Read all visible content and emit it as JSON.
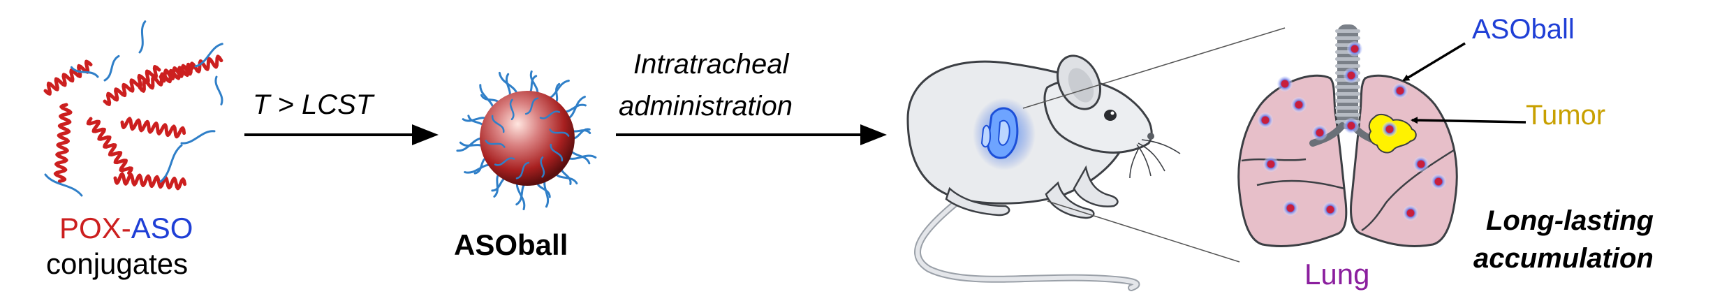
{
  "step1": {
    "word_pox": "POX",
    "dash": "-",
    "word_aso": "ASO",
    "line2": "conjugates"
  },
  "arrow1": {
    "label": "T > LCST"
  },
  "step2": {
    "label": "ASOball"
  },
  "arrow2": {
    "line1": "Intratracheal",
    "line2": "administration"
  },
  "lung": {
    "aso_label": "ASOball",
    "tumor_label": "Tumor",
    "lung_label": "Lung",
    "note_line1": "Long-lasting",
    "note_line2": "accumulation"
  },
  "colors": {
    "pox": "#cc1f1f",
    "aso": "#1f3fd6",
    "tumor_text": "#c8a000",
    "lung_text": "#8b1f9e",
    "tumor_fill": "#fff200",
    "lung_fill": "#e7bfc9",
    "aso_strand": "#2f7fc8"
  },
  "icons": [
    "polymer-coil-icon",
    "aso-strand-icon",
    "nanoparticle-icon",
    "mouse-icon",
    "lungs-icon",
    "trachea-icon"
  ]
}
